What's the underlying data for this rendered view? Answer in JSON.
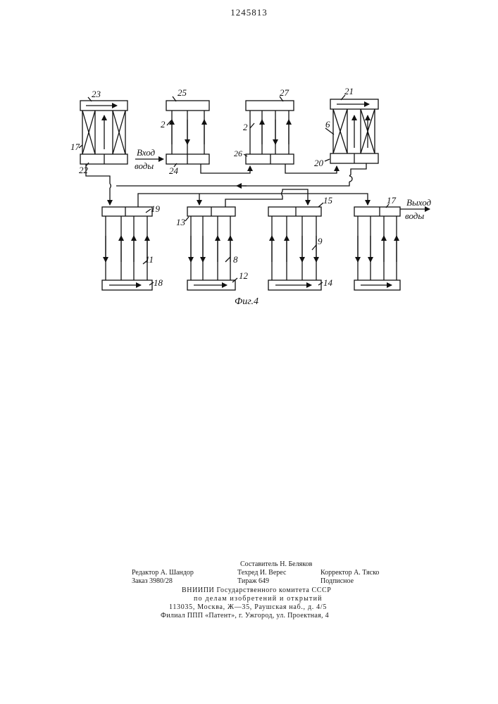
{
  "header": {
    "patent_number": "1245813"
  },
  "figure": {
    "caption": "Фиг.4",
    "inlet_label": [
      "Вход",
      "воды"
    ],
    "outlet_label": [
      "Выход",
      "воды"
    ],
    "labels": {
      "l23": "23",
      "l25": "25",
      "l27": "27",
      "l21": "21",
      "l2a": "2",
      "l2b": "2",
      "l17a": "17",
      "l6": "6",
      "l22": "22",
      "l24": "24",
      "l26": "26",
      "l20": "20",
      "l19": "19",
      "l13": "13",
      "l15": "15",
      "l17b": "17",
      "l11": "11",
      "l8": "8",
      "l9": "9",
      "l18": "18",
      "l12": "12",
      "l14": "14"
    }
  },
  "colophon": {
    "composer": "Составитель Н. Беляков",
    "editor": "Редактор А. Шандор",
    "techred": "Техред И. Верес",
    "corrector": "Корректор А. Тяско",
    "order": "Заказ 3980/28",
    "circulation": "Тираж 649",
    "subscription": "Подписное",
    "org1": "ВНИИПИ Государственного комитета СССР",
    "org2": "по делам изобретений и открытий",
    "address": "113035, Москва, Ж—35, Раушская наб., д. 4/5",
    "branch": "Филиал ППП «Патент», г. Ужгород, ул. Проектная, 4"
  }
}
